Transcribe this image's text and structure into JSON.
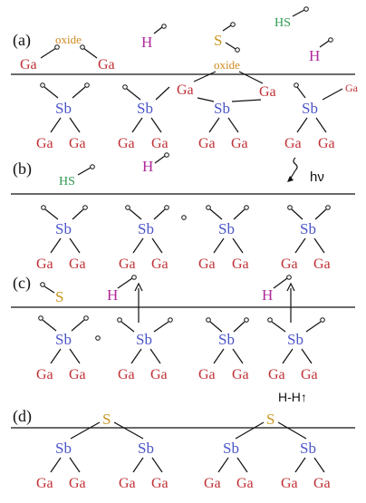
{
  "panels": {
    "a": "(a)",
    "b": "(b)",
    "c": "(c)",
    "d": "(d)"
  },
  "labels": {
    "sb": "Sb",
    "ga": "Ga",
    "h": "H",
    "s": "S",
    "hs": "HS",
    "oxide": "oxide",
    "photon": "hν",
    "h2": "H-H↑"
  },
  "colors": {
    "sb": "#4a55c8",
    "ga": "#c03035",
    "h": "#b0289a",
    "s": "#c9951f",
    "hs": "#2e9a50",
    "oxide": "#d08a20"
  }
}
